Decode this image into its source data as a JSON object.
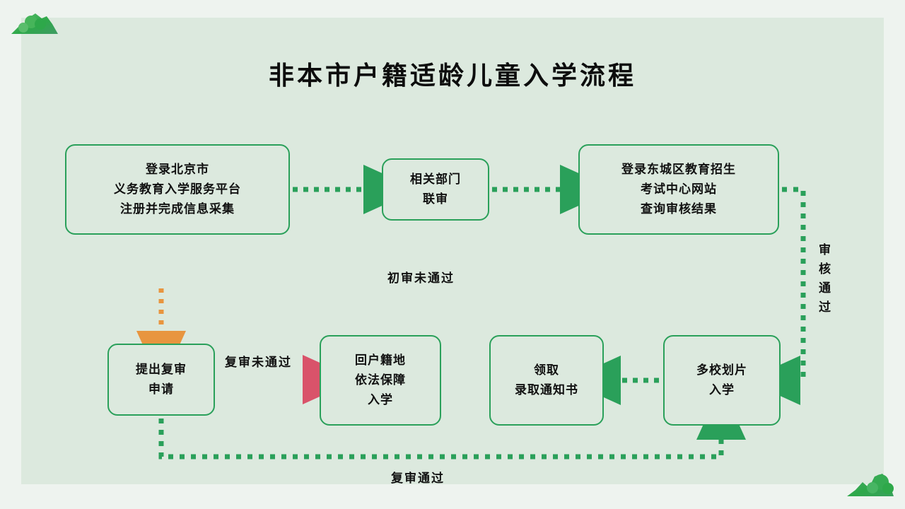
{
  "slide": {
    "title": "非本市户籍适龄儿童入学流程",
    "background_color": "#eef3ef",
    "panel_color": "#dce9de",
    "accent_green": "#2aa05a",
    "accent_orange": "#e8953f",
    "accent_red": "#d9536a",
    "decor": {
      "top_left": "bush-decoration",
      "bottom_right": "bush-decoration"
    }
  },
  "nodes": {
    "register": {
      "lines": [
        "登录北京市",
        "义务教育入学服务平台",
        "注册并完成信息采集"
      ]
    },
    "joint_review": {
      "lines": [
        "相关部门",
        "联审"
      ]
    },
    "query_result": {
      "lines": [
        "登录东城区教育招生",
        "考试中心网站",
        "查询审核结果"
      ]
    },
    "submit_recheck": {
      "lines": [
        "提出复审",
        "申请"
      ]
    },
    "return_hukou": {
      "lines": [
        "回户籍地",
        "依法保障",
        "入学"
      ]
    },
    "get_notice": {
      "lines": [
        "领取",
        "录取通知书"
      ]
    },
    "multi_school": {
      "lines": [
        "多校划片",
        "入学"
      ]
    }
  },
  "edges": {
    "first_review_failed": {
      "label": "初审未通过",
      "color": "#e8953f"
    },
    "recheck_failed": {
      "label": "复审未通过",
      "color": "#d9536a"
    },
    "recheck_passed": {
      "label": "复审通过",
      "color": "#2aa05a"
    },
    "audit_passed": {
      "label": "审核通过",
      "color": "#2aa05a"
    }
  }
}
